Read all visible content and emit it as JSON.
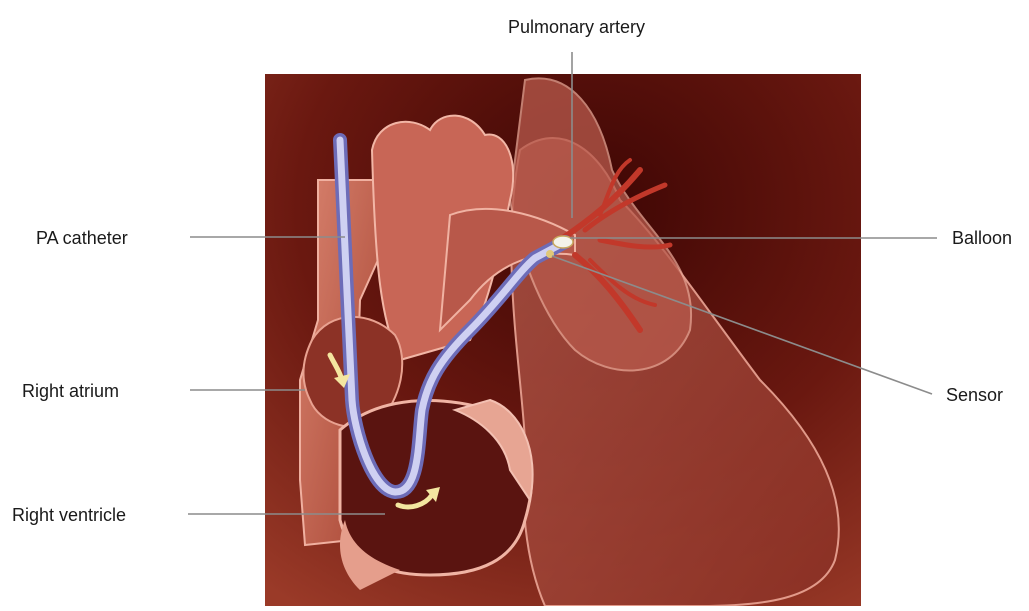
{
  "labels": {
    "pulmonary_artery": "Pulmonary artery",
    "pa_catheter": "PA catheter",
    "right_atrium": "Right atrium",
    "right_ventricle": "Right ventricle",
    "balloon": "Balloon",
    "sensor": "Sensor"
  },
  "colors": {
    "background_dark": "#4a0a06",
    "background_mid": "#8a2a1e",
    "heart_tissue": "#c05a4a",
    "heart_light": "#e08a78",
    "chamber_dark": "#5a1410",
    "catheter": "#a9a8e0",
    "balloon": "#f2f2e8",
    "flow_arrow": "#f4e6a0",
    "leader_line": "#8c8c8c"
  }
}
